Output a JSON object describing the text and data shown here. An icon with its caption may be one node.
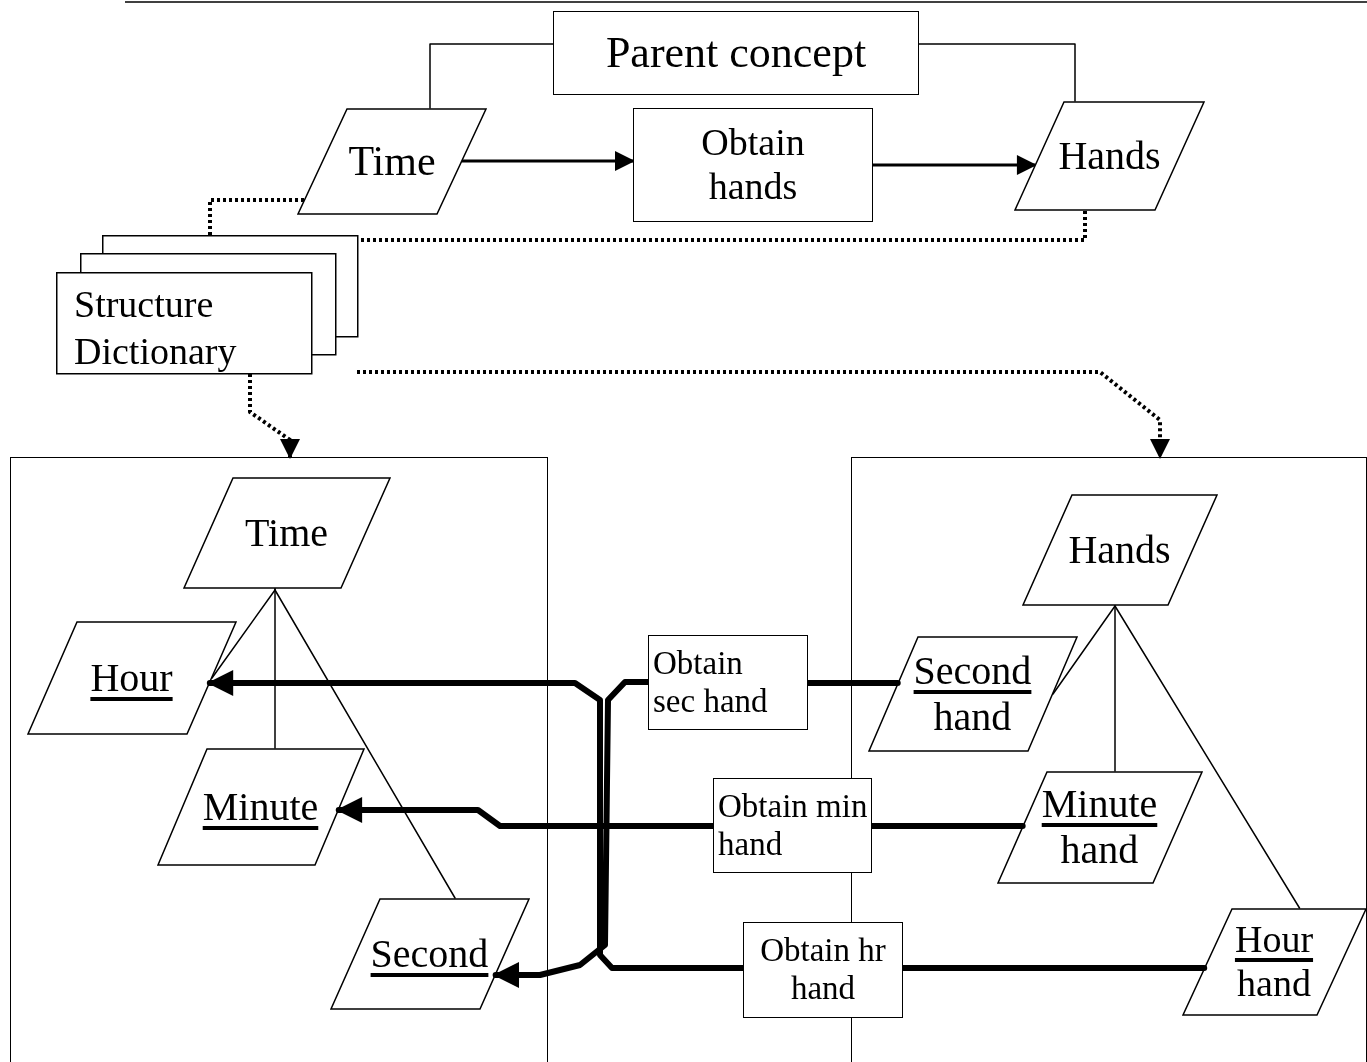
{
  "diagram": {
    "nodes": [
      {
        "text": [
          "Parent concept"
        ]
      },
      {
        "text": [
          "Time"
        ]
      },
      {
        "text": [
          "Obtain hands"
        ]
      },
      {
        "text": [
          "Hands"
        ]
      },
      {
        "text": [
          "Structure Dictionary"
        ]
      },
      {
        "text": [],
        "shape": "box"
      },
      {
        "text": [
          "Time"
        ],
        "in": 5
      },
      {
        "text": [
          "Hour"
        ],
        "in": 5
      },
      {
        "text": [
          "Minute"
        ],
        "in": 5
      },
      {
        "text": [
          "Second"
        ],
        "in": 5
      },
      {
        "text": [],
        "shape": "box"
      },
      {
        "text": [
          "Hands"
        ],
        "in": 10
      },
      {
        "text": [
          "Second hand"
        ],
        "in": 10
      },
      {
        "text": [
          "Minute hand"
        ],
        "in": 10
      },
      {
        "text": [
          "Hour hand"
        ],
        "in": 10
      },
      {
        "text": [
          "Obtain sec hand"
        ]
      },
      {
        "text": [
          "Obtain min hand"
        ]
      },
      {
        "text": [
          "Obtain hr hand"
        ]
      }
    ],
    "edges": [
      {
        "from": 0,
        "to": 1,
        "arrow": "none"
      },
      {
        "from": 0,
        "to": 3,
        "arrow": "none"
      },
      {
        "from": 1,
        "to": 2,
        "arrow": "to"
      },
      {
        "from": 2,
        "to": 3,
        "arrow": "to"
      },
      {
        "from": 1,
        "to": 4,
        "arrow": "none",
        "style": "dashed"
      },
      {
        "from": 3,
        "to": 4,
        "arrow": "none",
        "style": "dashed"
      },
      {
        "from": 4,
        "to": 5,
        "arrow": "to",
        "style": "dashed"
      },
      {
        "from": 4,
        "to": 10,
        "arrow": "to",
        "style": "dashed"
      },
      {
        "from": 6,
        "to": 7,
        "arrow": "none"
      },
      {
        "from": 6,
        "to": 8,
        "arrow": "none"
      },
      {
        "from": 6,
        "to": 9,
        "arrow": "none"
      },
      {
        "from": 11,
        "to": 12,
        "arrow": "none"
      },
      {
        "from": 11,
        "to": 13,
        "arrow": "none"
      },
      {
        "from": 11,
        "to": 14,
        "arrow": "none"
      },
      {
        "from": 12,
        "to": 15,
        "arrow": "none",
        "style": "thick"
      },
      {
        "from": 15,
        "to": 9,
        "arrow": "to",
        "style": "thick"
      },
      {
        "from": 13,
        "to": 16,
        "arrow": "none",
        "style": "thick"
      },
      {
        "from": 16,
        "to": 8,
        "arrow": "to",
        "style": "thick"
      },
      {
        "from": 14,
        "to": 17,
        "arrow": "none",
        "style": "thick"
      },
      {
        "from": 17,
        "to": 7,
        "arrow": "to",
        "style": "thick"
      }
    ]
  }
}
